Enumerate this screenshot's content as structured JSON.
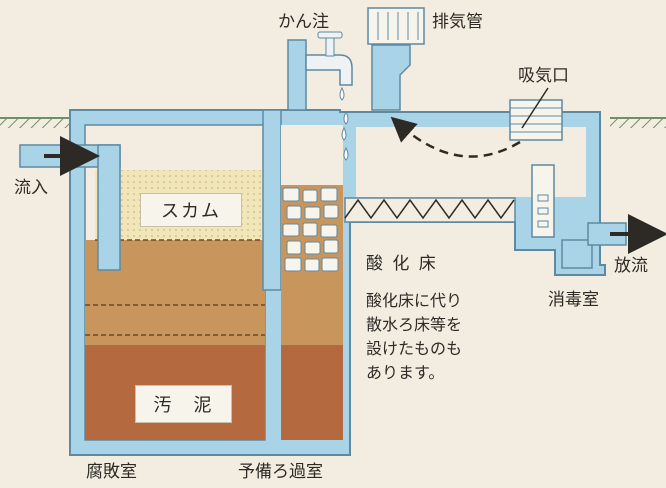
{
  "labels": {
    "faucet": "かん注",
    "exhaust_pipe": "排気管",
    "intake": "吸気口",
    "inflow": "流入",
    "scum": "スカム",
    "sludge": "汚　泥",
    "oxidation_bed": "酸 化 床",
    "outflow": "放流",
    "disinfection_room": "消毒室",
    "septic_room": "腐敗室",
    "prefilter_room": "予備ろ過室"
  },
  "note_lines": [
    "酸化床に代り",
    "散水ろ床等を",
    "設けたものも",
    "あります。"
  ],
  "colors": {
    "wall": "#a9d3e6",
    "wall_edge": "#5d8aa3",
    "ground": "#6f8f6a",
    "scum_layer": "#f1e6b8",
    "sludge_upper": "#c8955c",
    "sludge_lower": "#b4693f",
    "background": "#f3ede1"
  }
}
